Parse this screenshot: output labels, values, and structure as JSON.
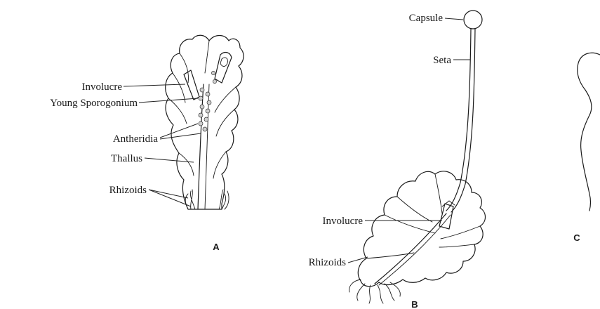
{
  "panel_a": {
    "letter": "A",
    "labels": {
      "involucre": "Involucre",
      "young_sporogonium": "Young Sporogonium",
      "antheridia": "Antheridia",
      "thallus": "Thallus",
      "rhizoids": "Rhizoids"
    }
  },
  "panel_b": {
    "letter": "B",
    "labels": {
      "capsule": "Capsule",
      "seta": "Seta",
      "involucre": "Involucre",
      "rhizoids": "Rhizoids"
    }
  },
  "panel_c": {
    "letter": "C"
  }
}
